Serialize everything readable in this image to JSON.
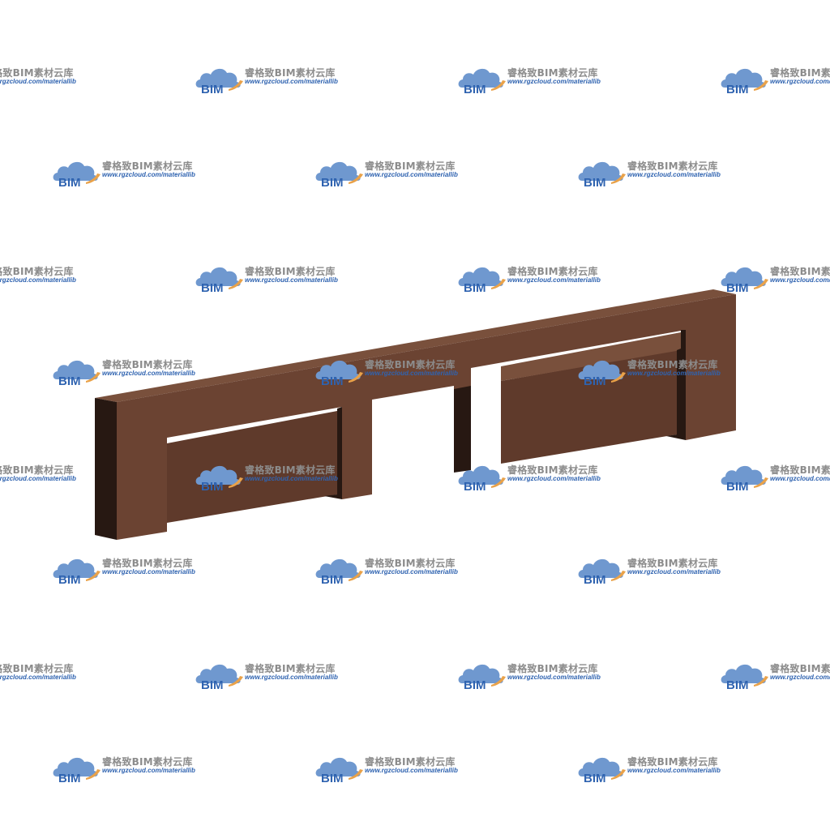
{
  "watermark": {
    "title": "睿格致BIM素材云库",
    "url": "www.rgzcloud.com/materiallib",
    "logo_text": "BIM",
    "logo_icon": "cloud-icon",
    "colors": {
      "cloud": "#6f98cf",
      "swoosh": "#e9a24a",
      "text_gray": "#8c8c8c",
      "text_blue": "#2f63b0"
    }
  },
  "model": {
    "colors": {
      "front": "#6b4332",
      "top": "#79503c",
      "recess": "#5f3a2b",
      "shadow": "#271812",
      "edge": "#3a2519"
    }
  }
}
